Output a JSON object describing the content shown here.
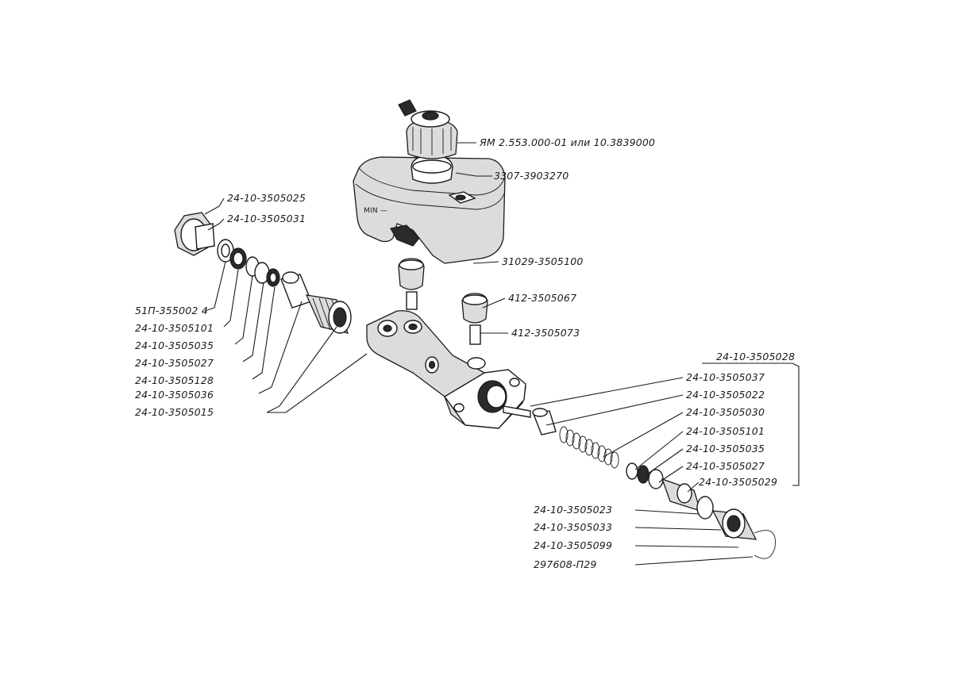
{
  "labels": {
    "sensor": "ЯМ 2.553.000-01 или 10.3839000",
    "cap": "3307-3903270",
    "reservoir": "31029-3505100",
    "bushing": "412-3505067",
    "nipple": "412-3505073",
    "left_plug": "24-10-3505025",
    "left_washer": "24-10-3505031",
    "left_seal": "51П-355002 4",
    "left_ring1": "24-10-3505101",
    "left_ring2": "24-10-3505035",
    "left_cup": "24-10-3505027",
    "left_spring": "24-10-3505128",
    "left_piston": "24-10-3505036",
    "cylinder_body": "24-10-3505015",
    "right_group": "24-10-3505028",
    "right_r1": "24-10-3505037",
    "right_r2": "24-10-3505022",
    "right_r3": "24-10-3505030",
    "right_r4": "24-10-3505101",
    "right_r5": "24-10-3505035",
    "right_r6": "24-10-3505027",
    "right_r7": "24-10-3505029",
    "right_b1": "24-10-3505023",
    "right_b2": "24-10-3505033",
    "right_b3": "24-10-3505099",
    "right_b4": "297608-П29"
  }
}
